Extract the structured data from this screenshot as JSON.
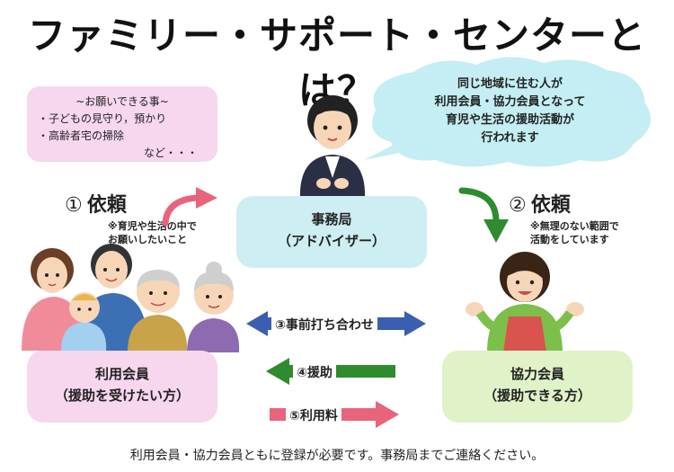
{
  "title": "ファミリー・サポート・センターとは？",
  "request_box": {
    "heading": "~お願いできる事~",
    "items": [
      "・子どもの見守り，預かり",
      "・高齢者宅の掃除"
    ],
    "etc": "など・・・"
  },
  "bubble_lines": [
    "同じ地域に住む人が",
    "利用会員・協力会員となって",
    "育児や生活の援助活動が",
    "行われます"
  ],
  "office": {
    "line1": "事務局",
    "line2": "（アドバイザー）"
  },
  "member": {
    "line1": "利用会員",
    "line2": "（援助を受けたい方）"
  },
  "helper": {
    "line1": "協力会員",
    "line2": "（援助できる方）"
  },
  "request1": {
    "num": "①",
    "label": "依頼",
    "note": [
      "※育児や生活の中で",
      "お願いしたいこと"
    ]
  },
  "request2": {
    "num": "②",
    "label": "依頼",
    "note": [
      "※無理のない範囲で",
      "活動をしています"
    ]
  },
  "flows": [
    {
      "label": "③事前打ち合わせ"
    },
    {
      "label": "④援助"
    },
    {
      "label": "⑤利用料"
    }
  ],
  "footer": "利用会員・協力会員ともに登録が必要です。事務局までご連絡ください。",
  "colors": {
    "pink": "#f6d7ee",
    "teal": "#cdeef2",
    "green": "#dff2c8",
    "bubble": "#c4eef3",
    "arrow_pink": "#e8647a",
    "arrow_green": "#2e8b2e",
    "arrow_blue": "#3a5fb0"
  }
}
